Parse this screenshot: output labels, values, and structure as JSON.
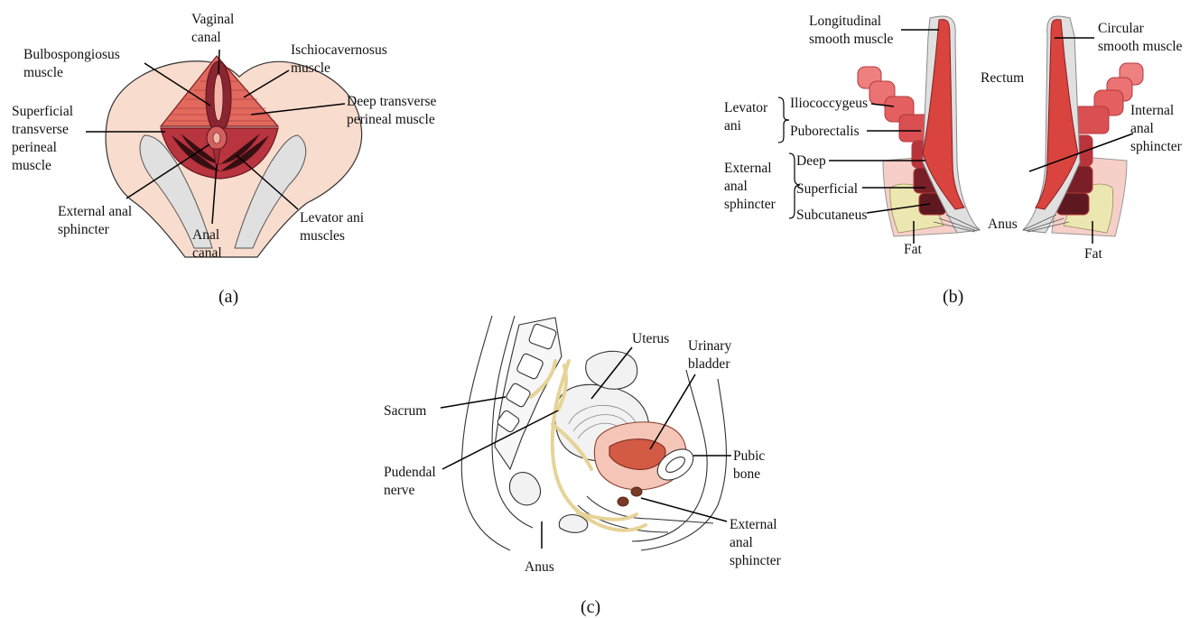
{
  "panels": {
    "a": {
      "caption": "(a)",
      "labels": {
        "vaginal_canal": "Vaginal\ncanal",
        "bulbospongiosus": "Bulbospongiosus\nmuscle",
        "ischiocavernosus": "Ischiocavernosus\nmuscle",
        "deep_transverse": "Deep transverse\nperineal muscle",
        "superficial_transverse": "Superficial\ntransverse\nperineal\nmuscle",
        "external_anal_sphincter": "External anal\nsphincter",
        "anal_canal": "Anal\ncanal",
        "levator_ani": "Levator ani\nmuscles"
      }
    },
    "b": {
      "caption": "(b)",
      "labels": {
        "longitudinal": "Longitudinal\nsmooth muscle",
        "circular": "Circular\nsmooth muscle",
        "rectum": "Rectum",
        "levator_ani": "Levator\nani",
        "iliococcygeus": "Iliococcygeus",
        "puborectalis": "Puborectalis",
        "external_anal_sphincter": "External\nanal\nsphincter",
        "deep": "Deep",
        "superficial": "Superficial",
        "subcutaneus": "Subcutaneus",
        "internal_anal_sphincter": "Internal\nanal\nsphincter",
        "anus": "Anus",
        "fat_left": "Fat",
        "fat_right": "Fat"
      }
    },
    "c": {
      "caption": "(c)",
      "labels": {
        "uterus": "Uterus",
        "urinary_bladder": "Urinary\nbladder",
        "sacrum": "Sacrum",
        "pudendal_nerve": "Pudendal\nnerve",
        "pubic_bone": "Pubic\nbone",
        "external_anal_sphincter": "External\nanal\nsphincter",
        "anus": "Anus"
      }
    }
  },
  "colors": {
    "muscle_dark": "#b8343f",
    "muscle_mid": "#d9514f",
    "muscle_light": "#ea7c72",
    "skin": "#f8dccd",
    "bone": "#f2d2c2",
    "ligament": "#dcdcdc",
    "fat": "#e8e0a8",
    "nerve": "#e9d99a",
    "line": "#222222"
  }
}
